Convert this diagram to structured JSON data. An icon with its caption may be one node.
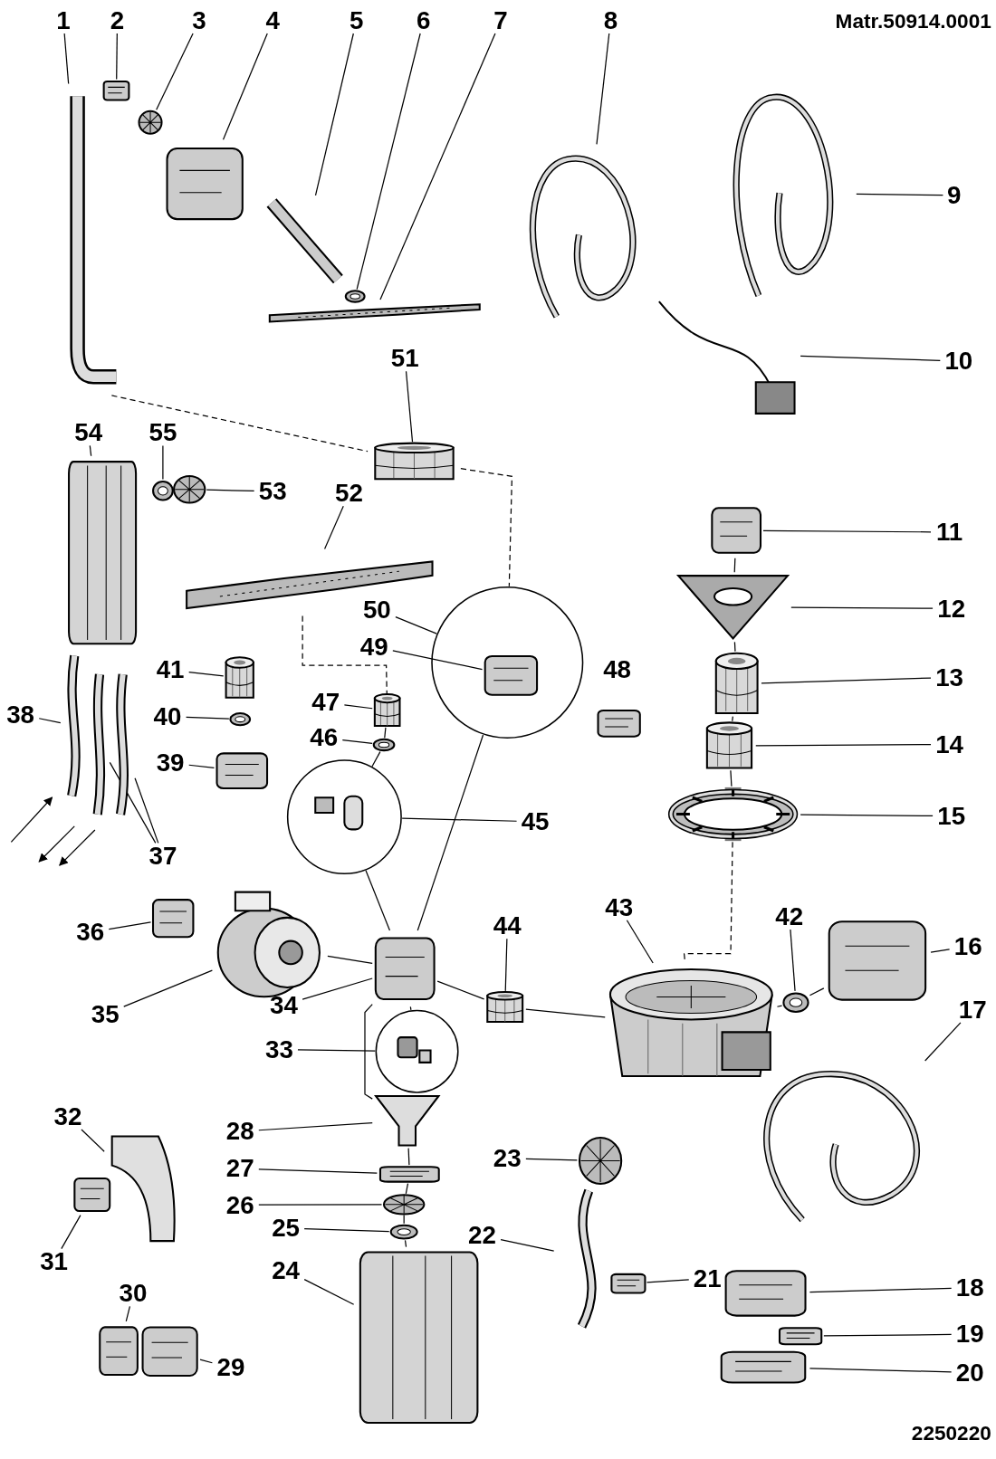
{
  "diagram": {
    "nodes": [
      {
        "text": [
          "1"
        ]
      },
      {
        "text": [
          "2"
        ]
      },
      {
        "text": [
          "3"
        ]
      },
      {
        "text": [
          "4"
        ]
      },
      {
        "text": [
          "5"
        ]
      },
      {
        "text": [
          "6"
        ]
      },
      {
        "text": [
          "7"
        ]
      },
      {
        "text": [
          "8"
        ]
      },
      {
        "text": [
          "9"
        ]
      },
      {
        "text": [
          "10"
        ]
      },
      {
        "text": [
          "11"
        ]
      },
      {
        "text": [
          "12"
        ]
      },
      {
        "text": [
          "13"
        ]
      },
      {
        "text": [
          "14"
        ]
      },
      {
        "text": [
          "15"
        ]
      },
      {
        "text": [
          "16"
        ]
      },
      {
        "text": [
          "17"
        ]
      },
      {
        "text": [
          "18"
        ]
      },
      {
        "text": [
          "19"
        ]
      },
      {
        "text": [
          "20"
        ]
      },
      {
        "text": [
          "21"
        ]
      },
      {
        "text": [
          "22"
        ]
      },
      {
        "text": [
          "23"
        ]
      },
      {
        "text": [
          "24"
        ]
      },
      {
        "text": [
          "25"
        ]
      },
      {
        "text": [
          "26"
        ]
      },
      {
        "text": [
          "27"
        ]
      },
      {
        "text": [
          "28"
        ]
      },
      {
        "text": [
          "29"
        ]
      },
      {
        "text": [
          "30"
        ]
      },
      {
        "text": [
          "31"
        ]
      },
      {
        "text": [
          "32"
        ]
      },
      {
        "text": [
          "33"
        ]
      },
      {
        "text": [
          "34"
        ]
      },
      {
        "text": [
          "35"
        ]
      },
      {
        "text": [
          "36"
        ]
      },
      {
        "text": [
          "37"
        ]
      },
      {
        "text": [
          "38"
        ]
      },
      {
        "text": [
          "39"
        ]
      },
      {
        "text": [
          "40"
        ]
      },
      {
        "text": [
          "41"
        ]
      },
      {
        "text": [
          "42"
        ]
      },
      {
        "text": [
          "43"
        ]
      },
      {
        "text": [
          "44"
        ]
      },
      {
        "text": [
          "45"
        ]
      },
      {
        "text": [
          "46"
        ]
      },
      {
        "text": [
          "47"
        ]
      },
      {
        "text": [
          "48"
        ]
      },
      {
        "text": [
          "49"
        ]
      },
      {
        "text": [
          "50"
        ]
      },
      {
        "text": [
          "51"
        ]
      },
      {
        "text": [
          "52"
        ]
      },
      {
        "text": [
          "53"
        ]
      },
      {
        "text": [
          "54"
        ]
      },
      {
        "text": [
          "55"
        ]
      },
      {
        "text": [],
        "shape": "picture"
      },
      {
        "text": [],
        "shape": "picture"
      },
      {
        "text": [],
        "shape": "picture"
      },
      {
        "text": [],
        "shape": "picture"
      },
      {
        "text": [],
        "shape": "picture"
      },
      {
        "text": [],
        "shape": "picture"
      },
      {
        "text": [],
        "shape": "picture"
      },
      {
        "text": [],
        "shape": "picture"
      },
      {
        "text": [],
        "shape": "picture"
      },
      {
        "text": [],
        "shape": "picture"
      },
      {
        "text": [],
        "shape": "picture"
      },
      {
        "text": [],
        "shape": "picture"
      },
      {
        "text": [],
        "shape": "picture"
      },
      {
        "text": [],
        "shape": "picture"
      },
      {
        "text": [],
        "shape": "picture"
      },
      {
        "text": [],
        "shape": "picture"
      },
      {
        "text": [],
        "shape": "picture"
      },
      {
        "text": [],
        "shape": "picture"
      },
      {
        "text": [],
        "shape": "picture"
      },
      {
        "text": [],
        "shape": "picture"
      },
      {
        "text": [],
        "shape": "picture"
      },
      {
        "text": [],
        "shape": "picture"
      },
      {
        "text": [],
        "shape": "picture"
      },
      {
        "text": [],
        "shape": "picture"
      },
      {
        "text": [],
        "shape": "picture"
      },
      {
        "text": [],
        "shape": "picture"
      },
      {
        "text": [],
        "shape": "picture"
      },
      {
        "text": [],
        "shape": "picture"
      },
      {
        "text": [],
        "shape": "picture"
      },
      {
        "text": [],
        "shape": "picture"
      },
      {
        "text": [],
        "shape": "picture"
      },
      {
        "text": [],
        "shape": "picture"
      },
      {
        "text": [],
        "shape": "circle"
      },
      {
        "text": [],
        "shape": "picture"
      },
      {
        "text": [],
        "shape": "picture"
      },
      {
        "text": [],
        "shape": "picture"
      },
      {
        "text": [],
        "shape": "picture"
      },
      {
        "text": [],
        "shape": "picture"
      },
      {
        "text": [],
        "shape": "picture"
      },
      {
        "text": [],
        "shape": "picture"
      },
      {
        "text": [],
        "shape": "picture"
      },
      {
        "text": [],
        "shape": "picture"
      },
      {
        "text": [],
        "shape": "picture"
      },
      {
        "text": [],
        "shape": "picture"
      },
      {
        "text": [],
        "shape": "circle"
      },
      {
        "text": [],
        "shape": "picture"
      },
      {
        "text": [],
        "shape": "picture"
      },
      {
        "text": [],
        "shape": "picture"
      },
      {
        "text": [],
        "shape": "circle"
      },
      {
        "text": [],
        "shape": "picture",
        "in": 103
      },
      {
        "text": [],
        "shape": "picture"
      },
      {
        "text": [],
        "shape": "picture"
      },
      {
        "text": [],
        "shape": "picture"
      },
      {
        "text": [],
        "shape": "picture"
      },
      {
        "text": [],
        "shape": "picture"
      },
      {
        "text": [],
        "shape": "picture"
      }
    ],
    "edges": [
      {
        "from": 0,
        "to": 55,
        "arrow": "none"
      },
      {
        "from": 1,
        "to": 56,
        "arrow": "none"
      },
      {
        "from": 2,
        "to": 57,
        "arrow": "none"
      },
      {
        "from": 3,
        "to": 58,
        "arrow": "none"
      },
      {
        "from": 4,
        "to": 59,
        "arrow": "none"
      },
      {
        "from": 5,
        "to": 60,
        "arrow": "none"
      },
      {
        "from": 6,
        "to": 61,
        "arrow": "none"
      },
      {
        "from": 7,
        "to": 62,
        "arrow": "none"
      },
      {
        "from": 8,
        "to": 63,
        "arrow": "none"
      },
      {
        "from": 9,
        "to": 64,
        "arrow": "none"
      },
      {
        "from": 10,
        "to": 65,
        "arrow": "none"
      },
      {
        "from": 11,
        "to": 66,
        "arrow": "none"
      },
      {
        "from": 12,
        "to": 67,
        "arrow": "none"
      },
      {
        "from": 13,
        "to": 68,
        "arrow": "none"
      },
      {
        "from": 14,
        "to": 69,
        "arrow": "none"
      },
      {
        "from": 15,
        "to": 70,
        "arrow": "none"
      },
      {
        "from": 16,
        "to": 71,
        "arrow": "none"
      },
      {
        "from": 17,
        "to": 72,
        "arrow": "none"
      },
      {
        "from": 18,
        "to": 73,
        "arrow": "none"
      },
      {
        "from": 19,
        "to": 74,
        "arrow": "none"
      },
      {
        "from": 20,
        "to": 75,
        "arrow": "none"
      },
      {
        "from": 21,
        "to": 76,
        "arrow": "none"
      },
      {
        "from": 22,
        "to": 77,
        "arrow": "none"
      },
      {
        "from": 23,
        "to": 78,
        "arrow": "none"
      },
      {
        "from": 24,
        "to": 79,
        "arrow": "none"
      },
      {
        "from": 25,
        "to": 80,
        "arrow": "none"
      },
      {
        "from": 26,
        "to": 81,
        "arrow": "none"
      },
      {
        "from": 27,
        "to": 82,
        "arrow": "none"
      },
      {
        "from": 28,
        "to": 83,
        "arrow": "none"
      },
      {
        "from": 29,
        "to": 84,
        "arrow": "none"
      },
      {
        "from": 30,
        "to": 85,
        "arrow": "none"
      },
      {
        "from": 31,
        "to": 86,
        "arrow": "none"
      },
      {
        "from": 32,
        "to": 87,
        "arrow": "none"
      },
      {
        "from": 33,
        "to": 88,
        "arrow": "none"
      },
      {
        "from": 34,
        "to": 89,
        "arrow": "none"
      },
      {
        "from": 35,
        "to": 90,
        "arrow": "none"
      },
      {
        "from": 36,
        "to": 91,
        "arrow": "none"
      },
      {
        "from": 37,
        "to": 92,
        "arrow": "none"
      },
      {
        "from": 38,
        "to": 93,
        "arrow": "none"
      },
      {
        "from": 39,
        "to": 94,
        "arrow": "none"
      },
      {
        "from": 40,
        "to": 95,
        "arrow": "none"
      },
      {
        "from": 41,
        "to": 96,
        "arrow": "none"
      },
      {
        "from": 42,
        "to": 97,
        "arrow": "none"
      },
      {
        "from": 43,
        "to": 98,
        "arrow": "none"
      },
      {
        "from": 44,
        "to": 99,
        "arrow": "none"
      },
      {
        "from": 45,
        "to": 100,
        "arrow": "none"
      },
      {
        "from": 46,
        "to": 101,
        "arrow": "none"
      },
      {
        "from": 36,
        "to": 110,
        "arrow": "none"
      },
      {
        "from": 48,
        "to": 104,
        "arrow": "none"
      },
      {
        "from": 49,
        "to": 103,
        "arrow": "none"
      },
      {
        "from": 50,
        "to": 105,
        "arrow": "none"
      },
      {
        "from": 51,
        "to": 106,
        "arrow": "none"
      },
      {
        "from": 52,
        "to": 107,
        "arrow": "none"
      },
      {
        "from": 53,
        "to": 108,
        "arrow": "none"
      },
      {
        "from": 54,
        "to": 109,
        "arrow": "none"
      },
      {
        "from": 55,
        "to": 105,
        "arrow": "none",
        "style": "dashed"
      },
      {
        "from": 105,
        "to": 103,
        "arrow": "none",
        "style": "dashed"
      },
      {
        "from": 106,
        "to": 101,
        "arrow": "none",
        "style": "dashed"
      },
      {
        "from": 101,
        "to": 100,
        "arrow": "none"
      },
      {
        "from": 100,
        "to": 99,
        "arrow": "none"
      },
      {
        "from": 99,
        "to": 88,
        "arrow": "none"
      },
      {
        "from": 103,
        "to": 88,
        "arrow": "none"
      },
      {
        "from": 89,
        "to": 88,
        "arrow": "none"
      },
      {
        "from": 88,
        "to": 98,
        "arrow": "none"
      },
      {
        "from": 98,
        "to": 97,
        "arrow": "none"
      },
      {
        "from": 97,
        "to": 96,
        "arrow": "none"
      },
      {
        "from": 96,
        "to": 70,
        "arrow": "none"
      },
      {
        "from": 65,
        "to": 66,
        "arrow": "none"
      },
      {
        "from": 66,
        "to": 67,
        "arrow": "none"
      },
      {
        "from": 67,
        "to": 68,
        "arrow": "none"
      },
      {
        "from": 68,
        "to": 69,
        "arrow": "none"
      },
      {
        "from": 69,
        "to": 97,
        "arrow": "none",
        "style": "dashed"
      },
      {
        "from": 87,
        "to": 88,
        "arrow": "none"
      },
      {
        "from": 88,
        "to": 82,
        "arrow": "none"
      },
      {
        "from": 82,
        "to": 81,
        "arrow": "none"
      },
      {
        "from": 81,
        "to": 80,
        "arrow": "none"
      },
      {
        "from": 80,
        "to": 79,
        "arrow": "none"
      },
      {
        "from": 79,
        "to": 78,
        "arrow": "none"
      }
    ],
    "labels": [
      "Matr.50914.0001",
      "2250220"
    ]
  }
}
